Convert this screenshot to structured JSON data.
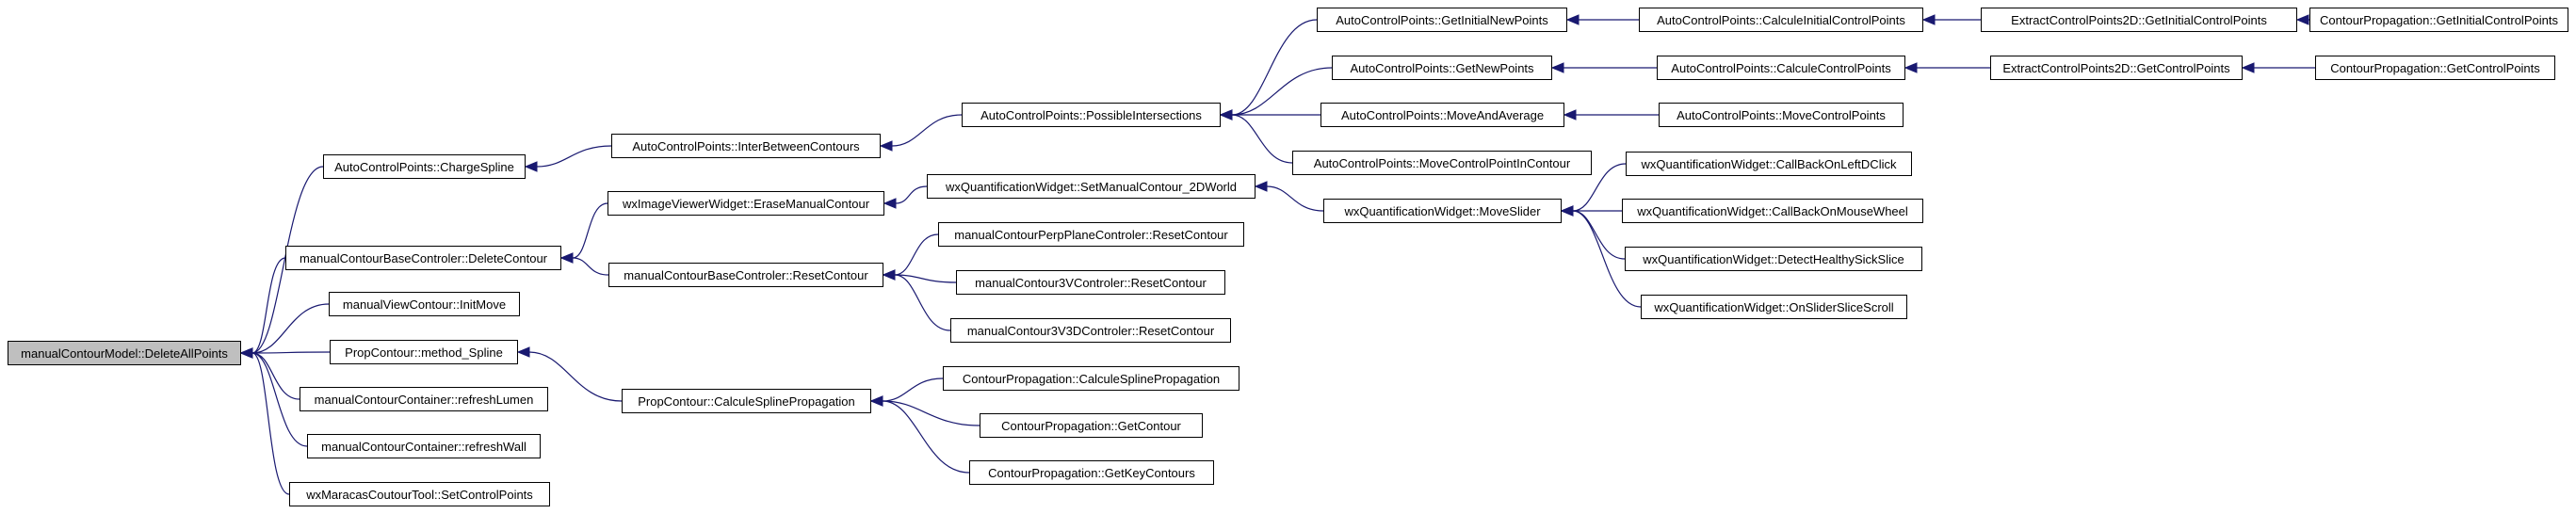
{
  "colors": {
    "edge": "#191970",
    "border": "#000000",
    "root_fill": "#bfbfbf",
    "node_fill": "#ffffff"
  },
  "nodes": {
    "root": {
      "label": "manualContourModel::DeleteAllPoints"
    },
    "n1": {
      "label": "AutoControlPoints::ChargeSpline"
    },
    "n2": {
      "label": "manualContourBaseControler::DeleteContour"
    },
    "n3": {
      "label": "manualViewContour::InitMove"
    },
    "n4": {
      "label": "PropContour::method_Spline"
    },
    "n5": {
      "label": "manualContourContainer::refreshLumen"
    },
    "n6": {
      "label": "manualContourContainer::refreshWall"
    },
    "n7": {
      "label": "wxMaracasCoutourTool::SetControlPoints"
    },
    "n8": {
      "label": "AutoControlPoints::InterBetweenContours"
    },
    "n9": {
      "label": "wxImageViewerWidget::EraseManualContour"
    },
    "n10": {
      "label": "manualContourBaseControler::ResetContour"
    },
    "n11": {
      "label": "PropContour::CalculeSplinePropagation"
    },
    "n12": {
      "label": "AutoControlPoints::PossibleIntersections"
    },
    "n13": {
      "label": "wxQuantificationWidget::SetManualContour_2DWorld"
    },
    "n14": {
      "label": "manualContourPerpPlaneControler::ResetContour"
    },
    "n15": {
      "label": "manualContour3VControler::ResetContour"
    },
    "n16": {
      "label": "manualContour3V3DControler::ResetContour"
    },
    "n17": {
      "label": "ContourPropagation::CalculeSplinePropagation"
    },
    "n18": {
      "label": "ContourPropagation::GetContour"
    },
    "n19": {
      "label": "ContourPropagation::GetKeyContours"
    },
    "n20": {
      "label": "AutoControlPoints::GetInitialNewPoints"
    },
    "n21": {
      "label": "AutoControlPoints::GetNewPoints"
    },
    "n22": {
      "label": "AutoControlPoints::MoveAndAverage"
    },
    "n23": {
      "label": "AutoControlPoints::MoveControlPointInContour"
    },
    "n24": {
      "label": "wxQuantificationWidget::MoveSlider"
    },
    "n25": {
      "label": "AutoControlPoints::CalculeInitialControlPoints"
    },
    "n26": {
      "label": "AutoControlPoints::CalculeControlPoints"
    },
    "n27": {
      "label": "AutoControlPoints::MoveControlPoints"
    },
    "n28": {
      "label": "wxQuantificationWidget::CallBackOnLeftDClick"
    },
    "n29": {
      "label": "wxQuantificationWidget::CallBackOnMouseWheel"
    },
    "n30": {
      "label": "wxQuantificationWidget::DetectHealthySickSlice"
    },
    "n31": {
      "label": "wxQuantificationWidget::OnSliderSliceScroll"
    },
    "n32": {
      "label": "ExtractControlPoints2D::GetInitialControlPoints"
    },
    "n33": {
      "label": "ExtractControlPoints2D::GetControlPoints"
    },
    "n34": {
      "label": "ContourPropagation::GetInitialControlPoints"
    },
    "n35": {
      "label": "ContourPropagation::GetControlPoints"
    }
  }
}
